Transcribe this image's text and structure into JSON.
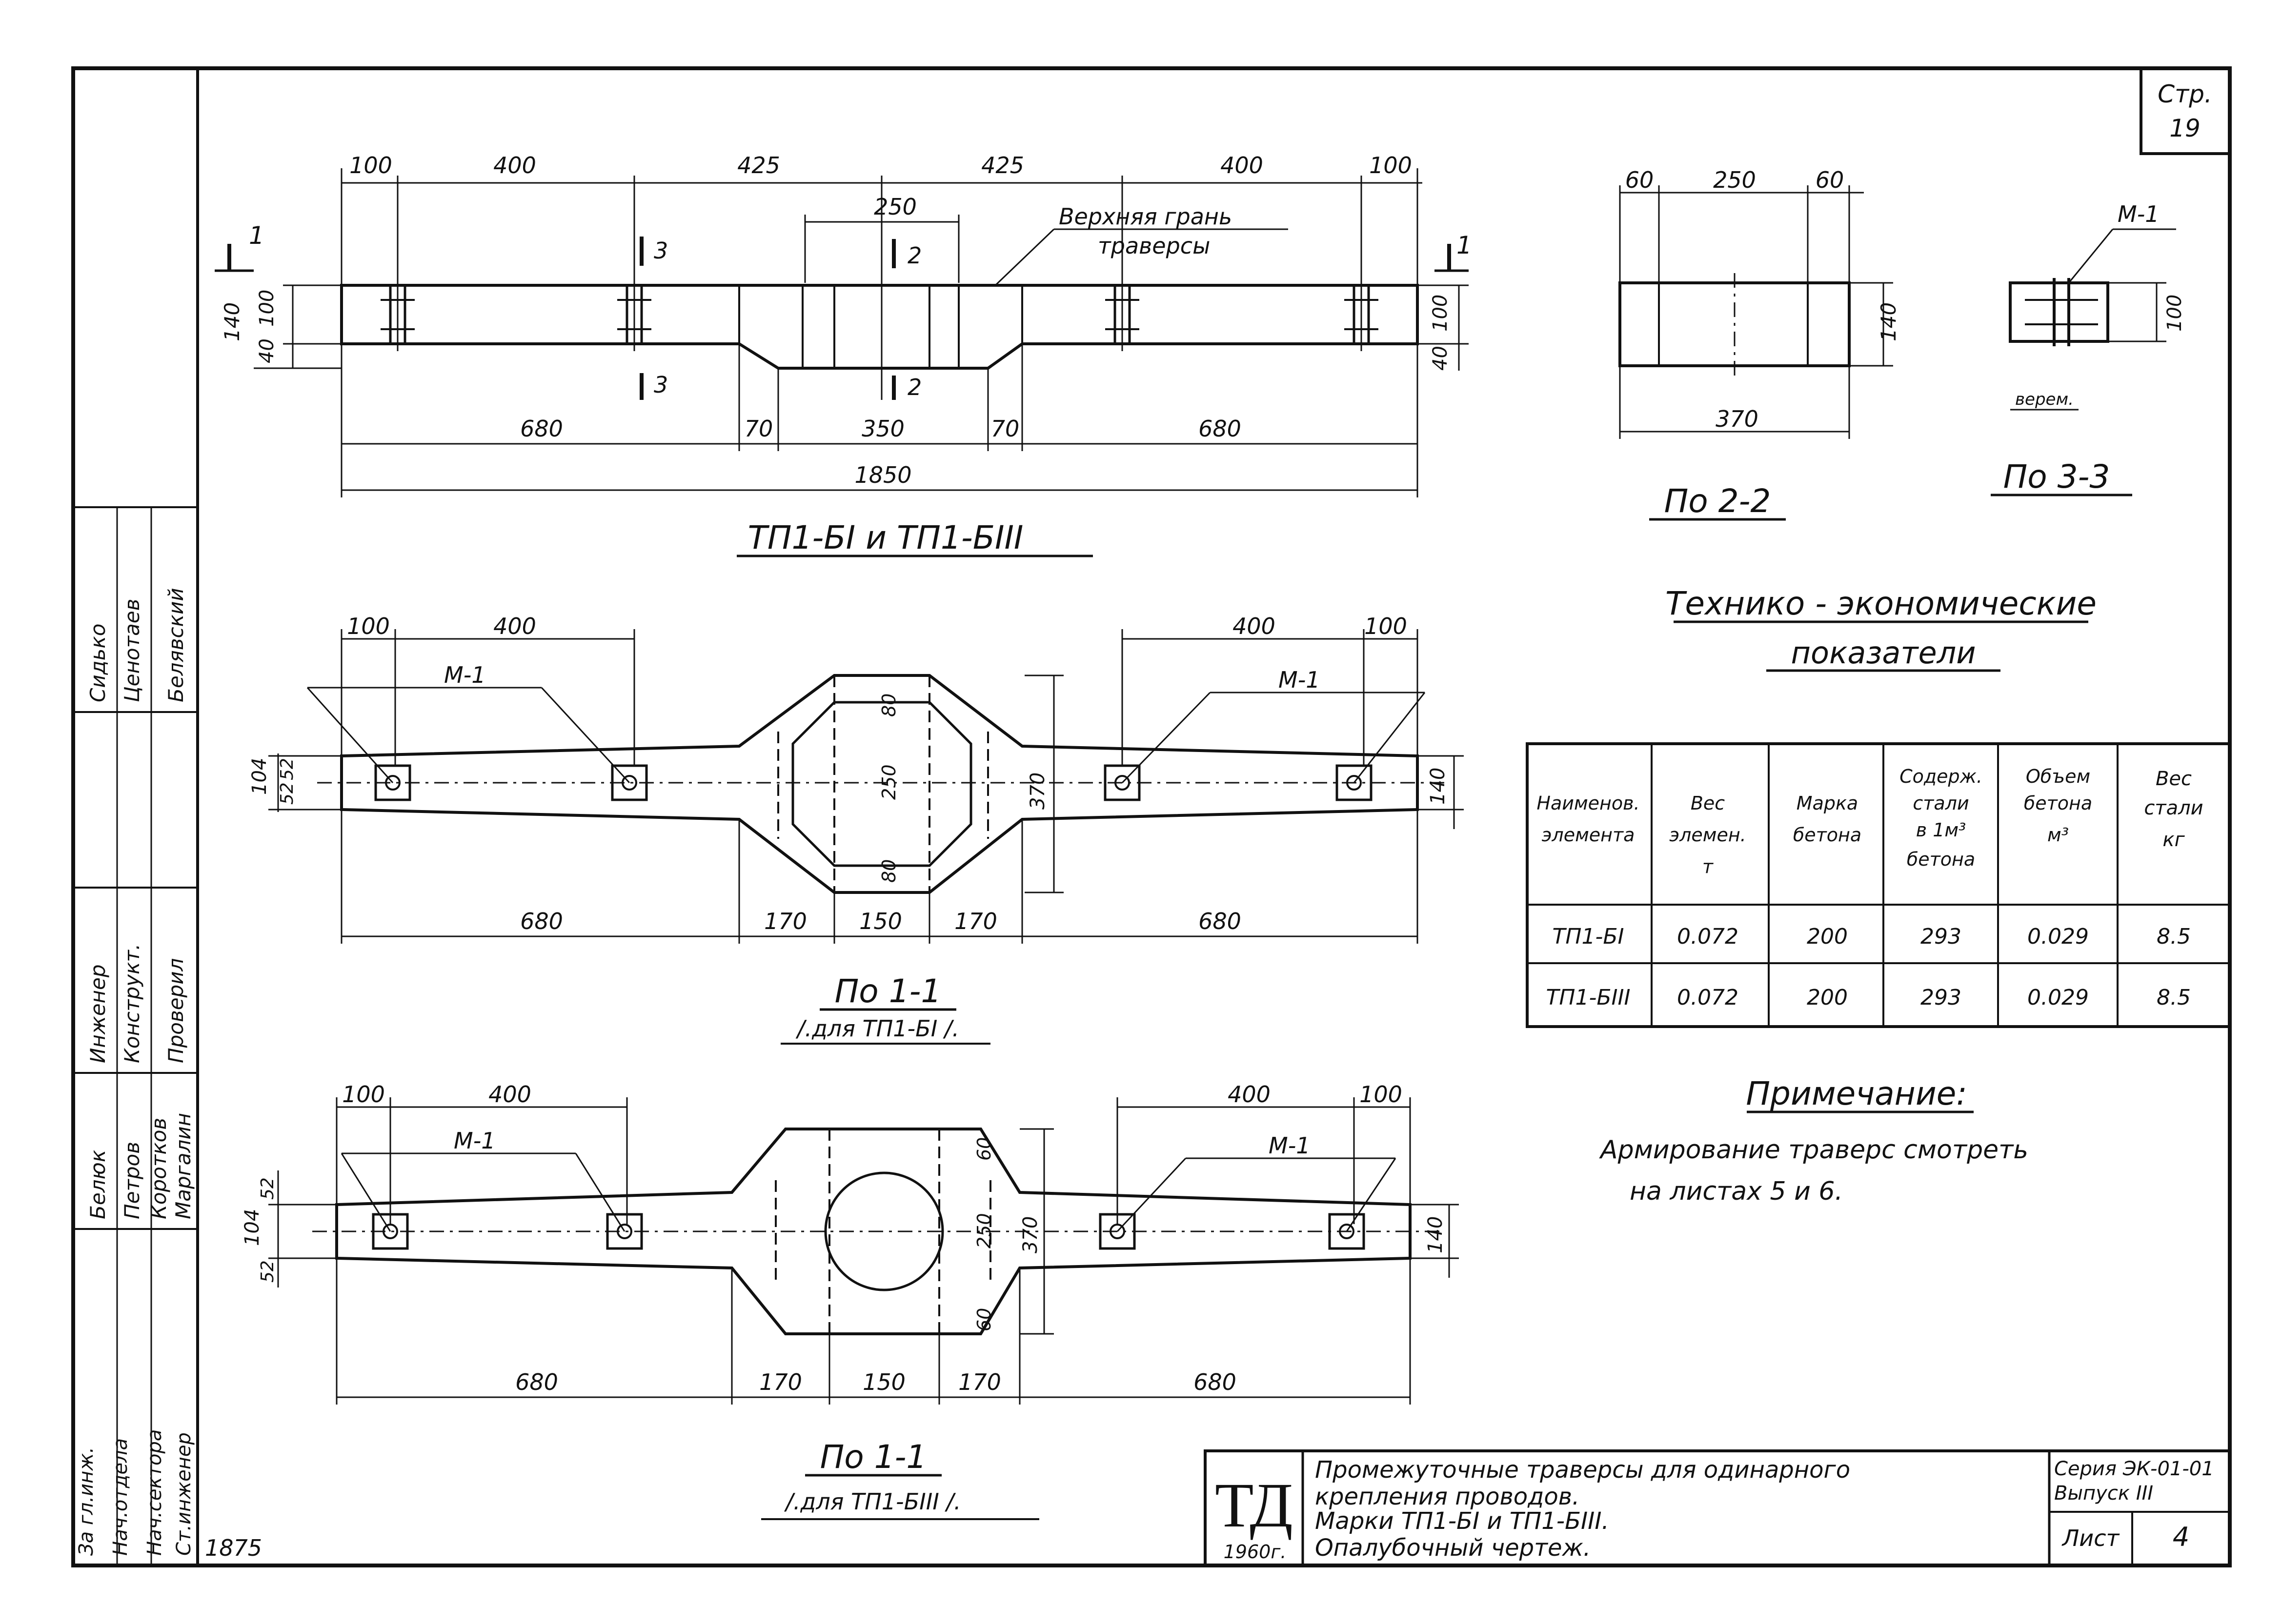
{
  "page": {
    "label": "Стр.",
    "number": "19"
  },
  "top_view": {
    "dims_top": [
      "100",
      "400",
      "425",
      "425",
      "400",
      "100"
    ],
    "dim_250": "250",
    "dims_bottom": [
      "680",
      "70",
      "350",
      "70",
      "680"
    ],
    "total": "1850",
    "left_vert": [
      "140",
      "40",
      "100"
    ],
    "right_vert": [
      "100",
      "40"
    ],
    "section_marks": [
      "1",
      "1",
      "3",
      "3",
      "2",
      "2"
    ],
    "leader_text": [
      "Верхняя грань",
      "траверсы"
    ],
    "caption": "ТП1-БI и ТП1-БIII"
  },
  "section_2_2": {
    "dims_top": [
      "60",
      "250",
      "60"
    ],
    "dim_bottom": "370",
    "dim_side": "140",
    "caption": "По 2-2"
  },
  "section_3_3": {
    "label_m1": "М-1",
    "dim": "100",
    "note": "верем.",
    "caption": "По 3-3"
  },
  "plan_1": {
    "dims_top_left": [
      "100",
      "400"
    ],
    "dims_top_right": [
      "400",
      "100"
    ],
    "m_labels": [
      "М-1",
      "М-1"
    ],
    "left_vert": [
      "104",
      "52",
      "52"
    ],
    "inner_vert": [
      "80",
      "250",
      "80"
    ],
    "right_vert": [
      "370",
      "140"
    ],
    "dims_bottom": [
      "680",
      "170",
      "150",
      "170",
      "680"
    ],
    "caption": "По 1-1",
    "subcaption": "/.для ТП1-БI /."
  },
  "plan_2": {
    "dims_top_left": [
      "100",
      "400"
    ],
    "dims_top_right": [
      "400",
      "100"
    ],
    "m_labels": [
      "М-1",
      "М-1"
    ],
    "left_vert": [
      "52",
      "104",
      "52"
    ],
    "inner_vert": [
      "60",
      "250",
      "60"
    ],
    "right_vert": [
      "370",
      "140"
    ],
    "dims_bottom": [
      "680",
      "170",
      "150",
      "170",
      "680"
    ],
    "caption": "По 1-1",
    "subcaption": "/.для ТП1-БIII /."
  },
  "indicators": {
    "title_lines": [
      "Технико - экономические",
      "показатели"
    ],
    "headers": [
      [
        "Наименов.",
        "элемента"
      ],
      [
        "Вес",
        "элемен.",
        "т"
      ],
      [
        "Марка",
        "бетона"
      ],
      [
        "Содерж.",
        "стали",
        "в 1м³",
        "бетона"
      ],
      [
        "Объем",
        "бетона",
        "м³"
      ],
      [
        "Вес",
        "стали",
        "кг"
      ]
    ],
    "rows": [
      [
        "ТП1-БI",
        "0.072",
        "200",
        "293",
        "0.029",
        "8.5"
      ],
      [
        "ТП1-БIII",
        "0.072",
        "200",
        "293",
        "0.029",
        "8.5"
      ]
    ]
  },
  "note": {
    "title": "Примечание:",
    "lines": [
      "Армирование траверс смотреть",
      "на листах 5 и 6."
    ]
  },
  "title_block": {
    "logo": "ТД",
    "year": "1960г.",
    "desc": [
      "Промежуточные траверсы для одинарного",
      "крепления проводов.",
      "Марки ТП1-БI и ТП1-БIII.",
      "Опалубочный чертеж."
    ],
    "series": [
      "Серия ЭК-01-01",
      "Выпуск III"
    ],
    "sheet_label": "Лист",
    "sheet_no": "4"
  },
  "stamp": {
    "rows": [
      [
        "За гл.инж.",
        "Ст.инженер"
      ],
      [
        "Нач.отдела",
        "Нач.сектора"
      ],
      [
        "Белюк",
        "Петров",
        "Коротков",
        "Маргалин"
      ],
      [
        "Инженер",
        "Конструкт.",
        "Проверил"
      ],
      [
        "Сидько",
        "Ценотаев",
        "Белявский"
      ]
    ]
  },
  "archive_no": "1875"
}
